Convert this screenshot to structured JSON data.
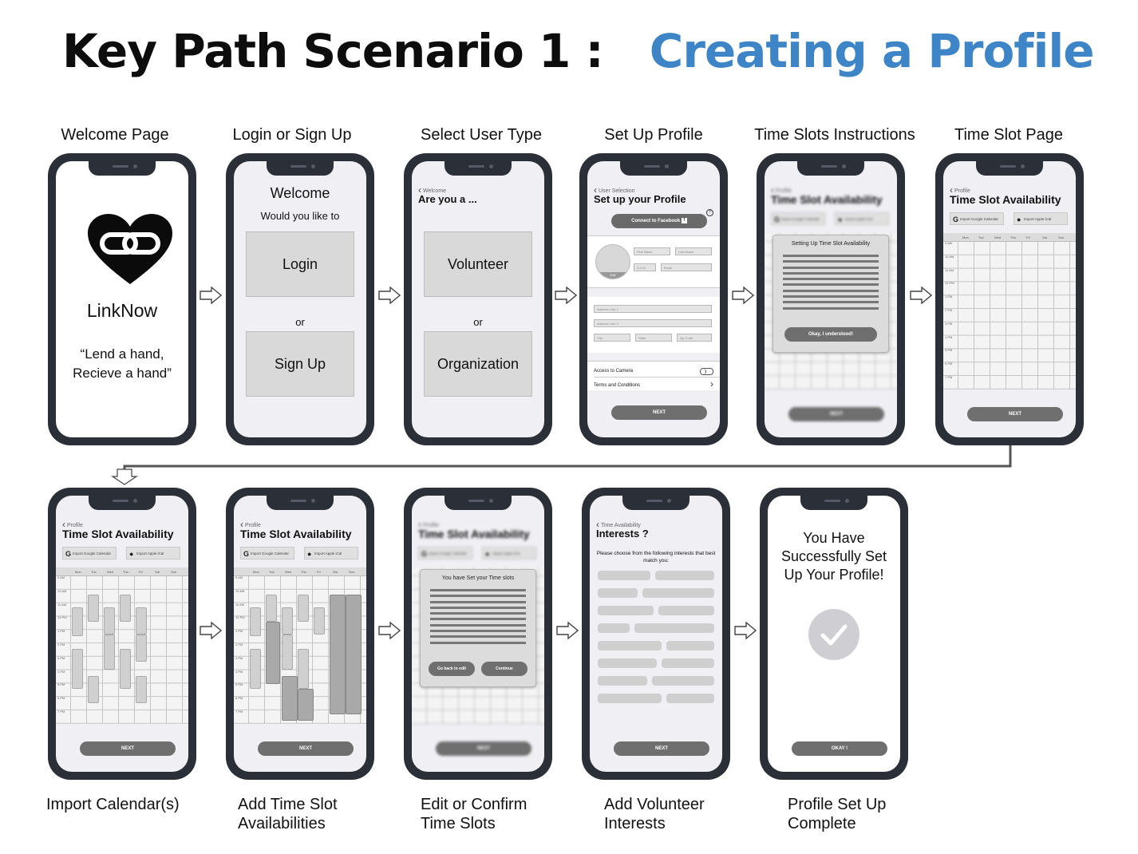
{
  "title": {
    "part1": "Key Path Scenario 1 :",
    "part2": "Creating a Profile"
  },
  "captions": {
    "welcome": "Welcome Page",
    "login": "Login or Sign Up",
    "usertype": "Select User Type",
    "setup": "Set Up Profile",
    "instructions": "Time Slots Instructions",
    "timeslot": "Time Slot Page",
    "import": "Import Calendar(s)",
    "add_line1": "Add Time Slot",
    "add_line2": "Availabilities",
    "edit_line1": "Edit or Confirm",
    "edit_line2": "Time Slots",
    "interests_line1": "Add Volunteer",
    "interests_line2": "Interests",
    "complete_line1": "Profile Set Up",
    "complete_line2": "Complete"
  },
  "welcome": {
    "app_name": "LinkNow",
    "tagline_1": "“Lend a hand,",
    "tagline_2": "Recieve a hand”",
    "logo_icon": "heart-link-logo"
  },
  "login": {
    "heading": "Welcome",
    "subheading": "Would you like to",
    "login_label": "Login",
    "or": "or",
    "signup_label": "Sign Up"
  },
  "usertype": {
    "back": "Welcome",
    "heading": "Are you a ...",
    "volunteer_label": "Volunteer",
    "or": "or",
    "org_label": "Organization"
  },
  "setup": {
    "back": "User Selection",
    "heading": "Set up your Profile",
    "facebook_label": "Connect to Facebook",
    "first_name": "First Name",
    "last_name": "Last Name",
    "dob": "D.O.B",
    "email": "Email",
    "edit": "Edit",
    "address1": "Address Line 1",
    "address2": "Address Line 2",
    "city": "City",
    "state": "State",
    "zip": "Zip Code",
    "camera": "Access to Camera",
    "terms": "Terms and Conditions",
    "next": "NEXT"
  },
  "instructions": {
    "back": "Profile",
    "heading": "Time Slot Availability",
    "google": "Import Google Calendar",
    "apple": "Import Apple iCal",
    "overlay_title": "Setting Up Time Slot Availability",
    "ok": "Okay, I understood!",
    "next": "NEXT"
  },
  "timeslot": {
    "back": "Profile",
    "heading": "Time Slot Availability",
    "google": "Import Google Calendar",
    "apple": "Import Apple iCal",
    "next": "NEXT"
  },
  "days": [
    "Mon",
    "Tue",
    "Wed",
    "Thu",
    "Fri",
    "Sat",
    "Sun"
  ],
  "times": [
    "9 AM",
    "10 AM",
    "11 AM",
    "12 PM",
    "1 PM",
    "2 PM",
    "3 PM",
    "4 PM",
    "5 PM",
    "6 PM",
    "7 PM"
  ],
  "import": {
    "back": "Profile",
    "heading": "Time Slot Availability",
    "google": "Import Google Calendar",
    "apple": "Import Apple iCal",
    "next": "NEXT"
  },
  "add": {
    "back": "Profile",
    "heading": "Time Slot Availability",
    "google": "Import Google Calendar",
    "apple": "Import Apple iCal",
    "next": "NEXT"
  },
  "edit": {
    "back": "Profile",
    "heading": "Time Slot Availability",
    "google": "Import Google Calendar",
    "apple": "Import Apple iCal",
    "overlay_title": "You have Set your Time slots",
    "go_back": "Go back to edit",
    "continue": "Continue",
    "next": "NEXT"
  },
  "interests": {
    "back": "Time Availability",
    "heading": "Interests ?",
    "instructions": "Please choose from the following interests that best match you:",
    "next": "NEXT"
  },
  "complete": {
    "line1": "You Have",
    "line2": "Successfully Set",
    "line3": "Up Your Profile!",
    "ok": "OKAY !",
    "icon": "checkmark-icon"
  }
}
